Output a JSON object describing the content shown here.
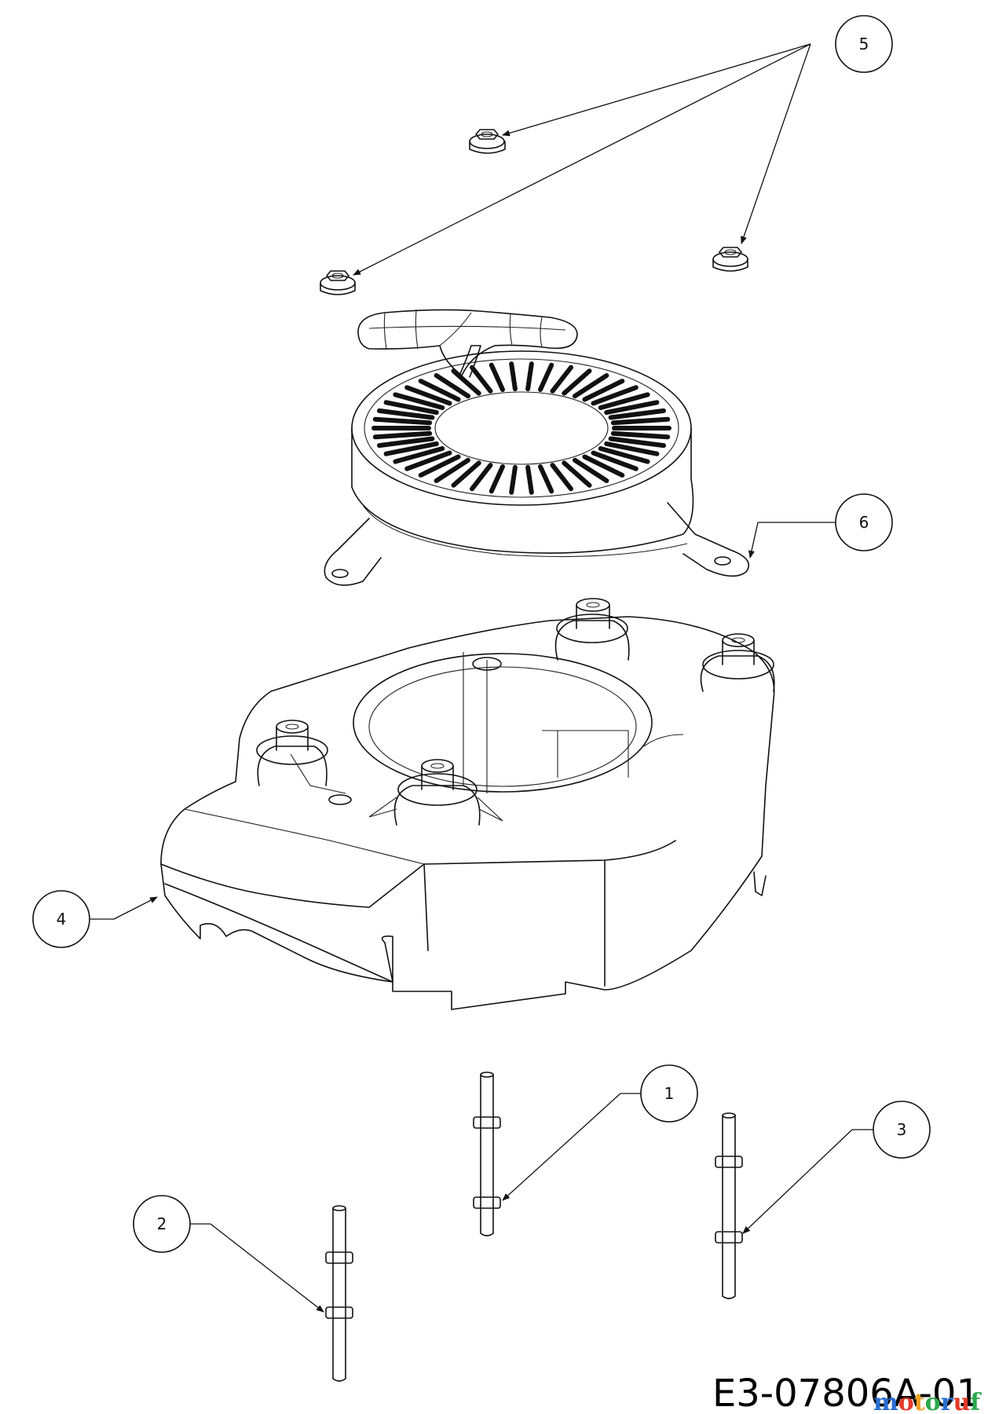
{
  "callouts": [
    {
      "id": "1",
      "label": "1"
    },
    {
      "id": "2",
      "label": "2"
    },
    {
      "id": "3",
      "label": "3"
    },
    {
      "id": "4",
      "label": "4"
    },
    {
      "id": "5",
      "label": "5"
    },
    {
      "id": "6",
      "label": "6"
    }
  ],
  "diagram_code": "E3-07806A-01",
  "watermark": {
    "text": "motoruf",
    "colors": [
      "#2a6fd1",
      "#e23a2a",
      "#f0a020",
      "#2aa84a",
      "#2a6fd1",
      "#e23a2a",
      "#2aa84a"
    ]
  }
}
